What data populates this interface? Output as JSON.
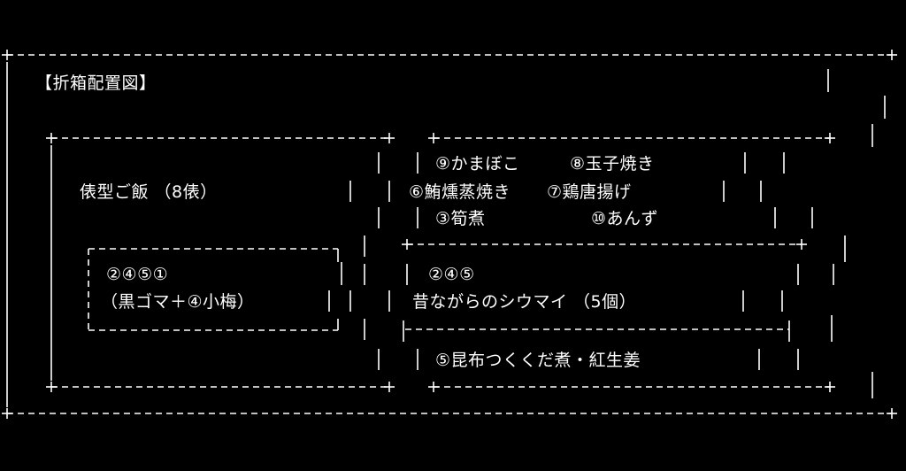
{
  "colors": {
    "background": "#000000",
    "foreground": "#ffffff"
  },
  "title": "【折箱配置図】",
  "left_section": {
    "rice_label": "俵型ご飯 （8俵）",
    "inner_box": {
      "line1": "②④⑤①",
      "line2": "（黒ゴマ＋④小梅）"
    }
  },
  "right_top_section": {
    "row1_left": "⑨かまぼこ",
    "row1_right": "⑧玉子焼き",
    "row2_left": "⑥鮪燻蒸焼き",
    "row2_right": "⑦鶏唐揚げ",
    "row3_left": "③筍煮",
    "row3_right": "⑩あんず"
  },
  "right_mid_section": {
    "line1": "②④⑤",
    "line2": "昔ながらのシウマイ （5個）"
  },
  "right_bottom_section": {
    "line1": "⑤昆布つくくだ煮・紅生姜"
  }
}
